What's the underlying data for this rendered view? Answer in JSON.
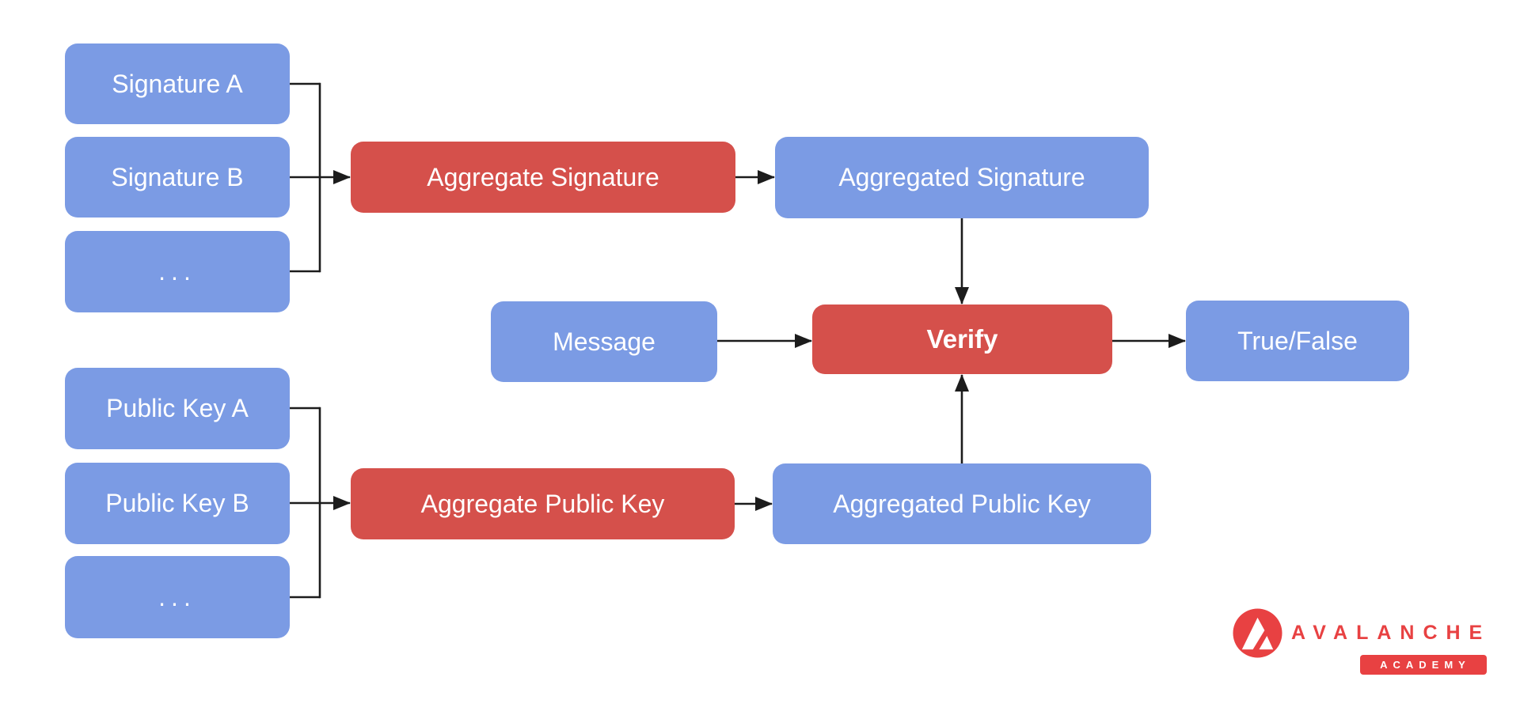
{
  "nodes": {
    "signature_a": "Signature A",
    "signature_b": "Signature B",
    "signature_more": "...",
    "aggregate_signature": "Aggregate Signature",
    "aggregated_signature": "Aggregated Signature",
    "message": "Message",
    "verify": "Verify",
    "true_false": "True/False",
    "public_key_a": "Public Key A",
    "public_key_b": "Public Key B",
    "public_key_more": "...",
    "aggregate_public_key": "Aggregate Public Key",
    "aggregated_public_key": "Aggregated Public Key"
  },
  "logo": {
    "brand": "AVALANCHE",
    "sub": "ACADEMY"
  },
  "colors": {
    "node_blue": "#7b9be4",
    "node_red": "#d5504b",
    "arrow": "#1c1c1c",
    "logo_red": "#e84142",
    "node_text": "#ffffff"
  }
}
